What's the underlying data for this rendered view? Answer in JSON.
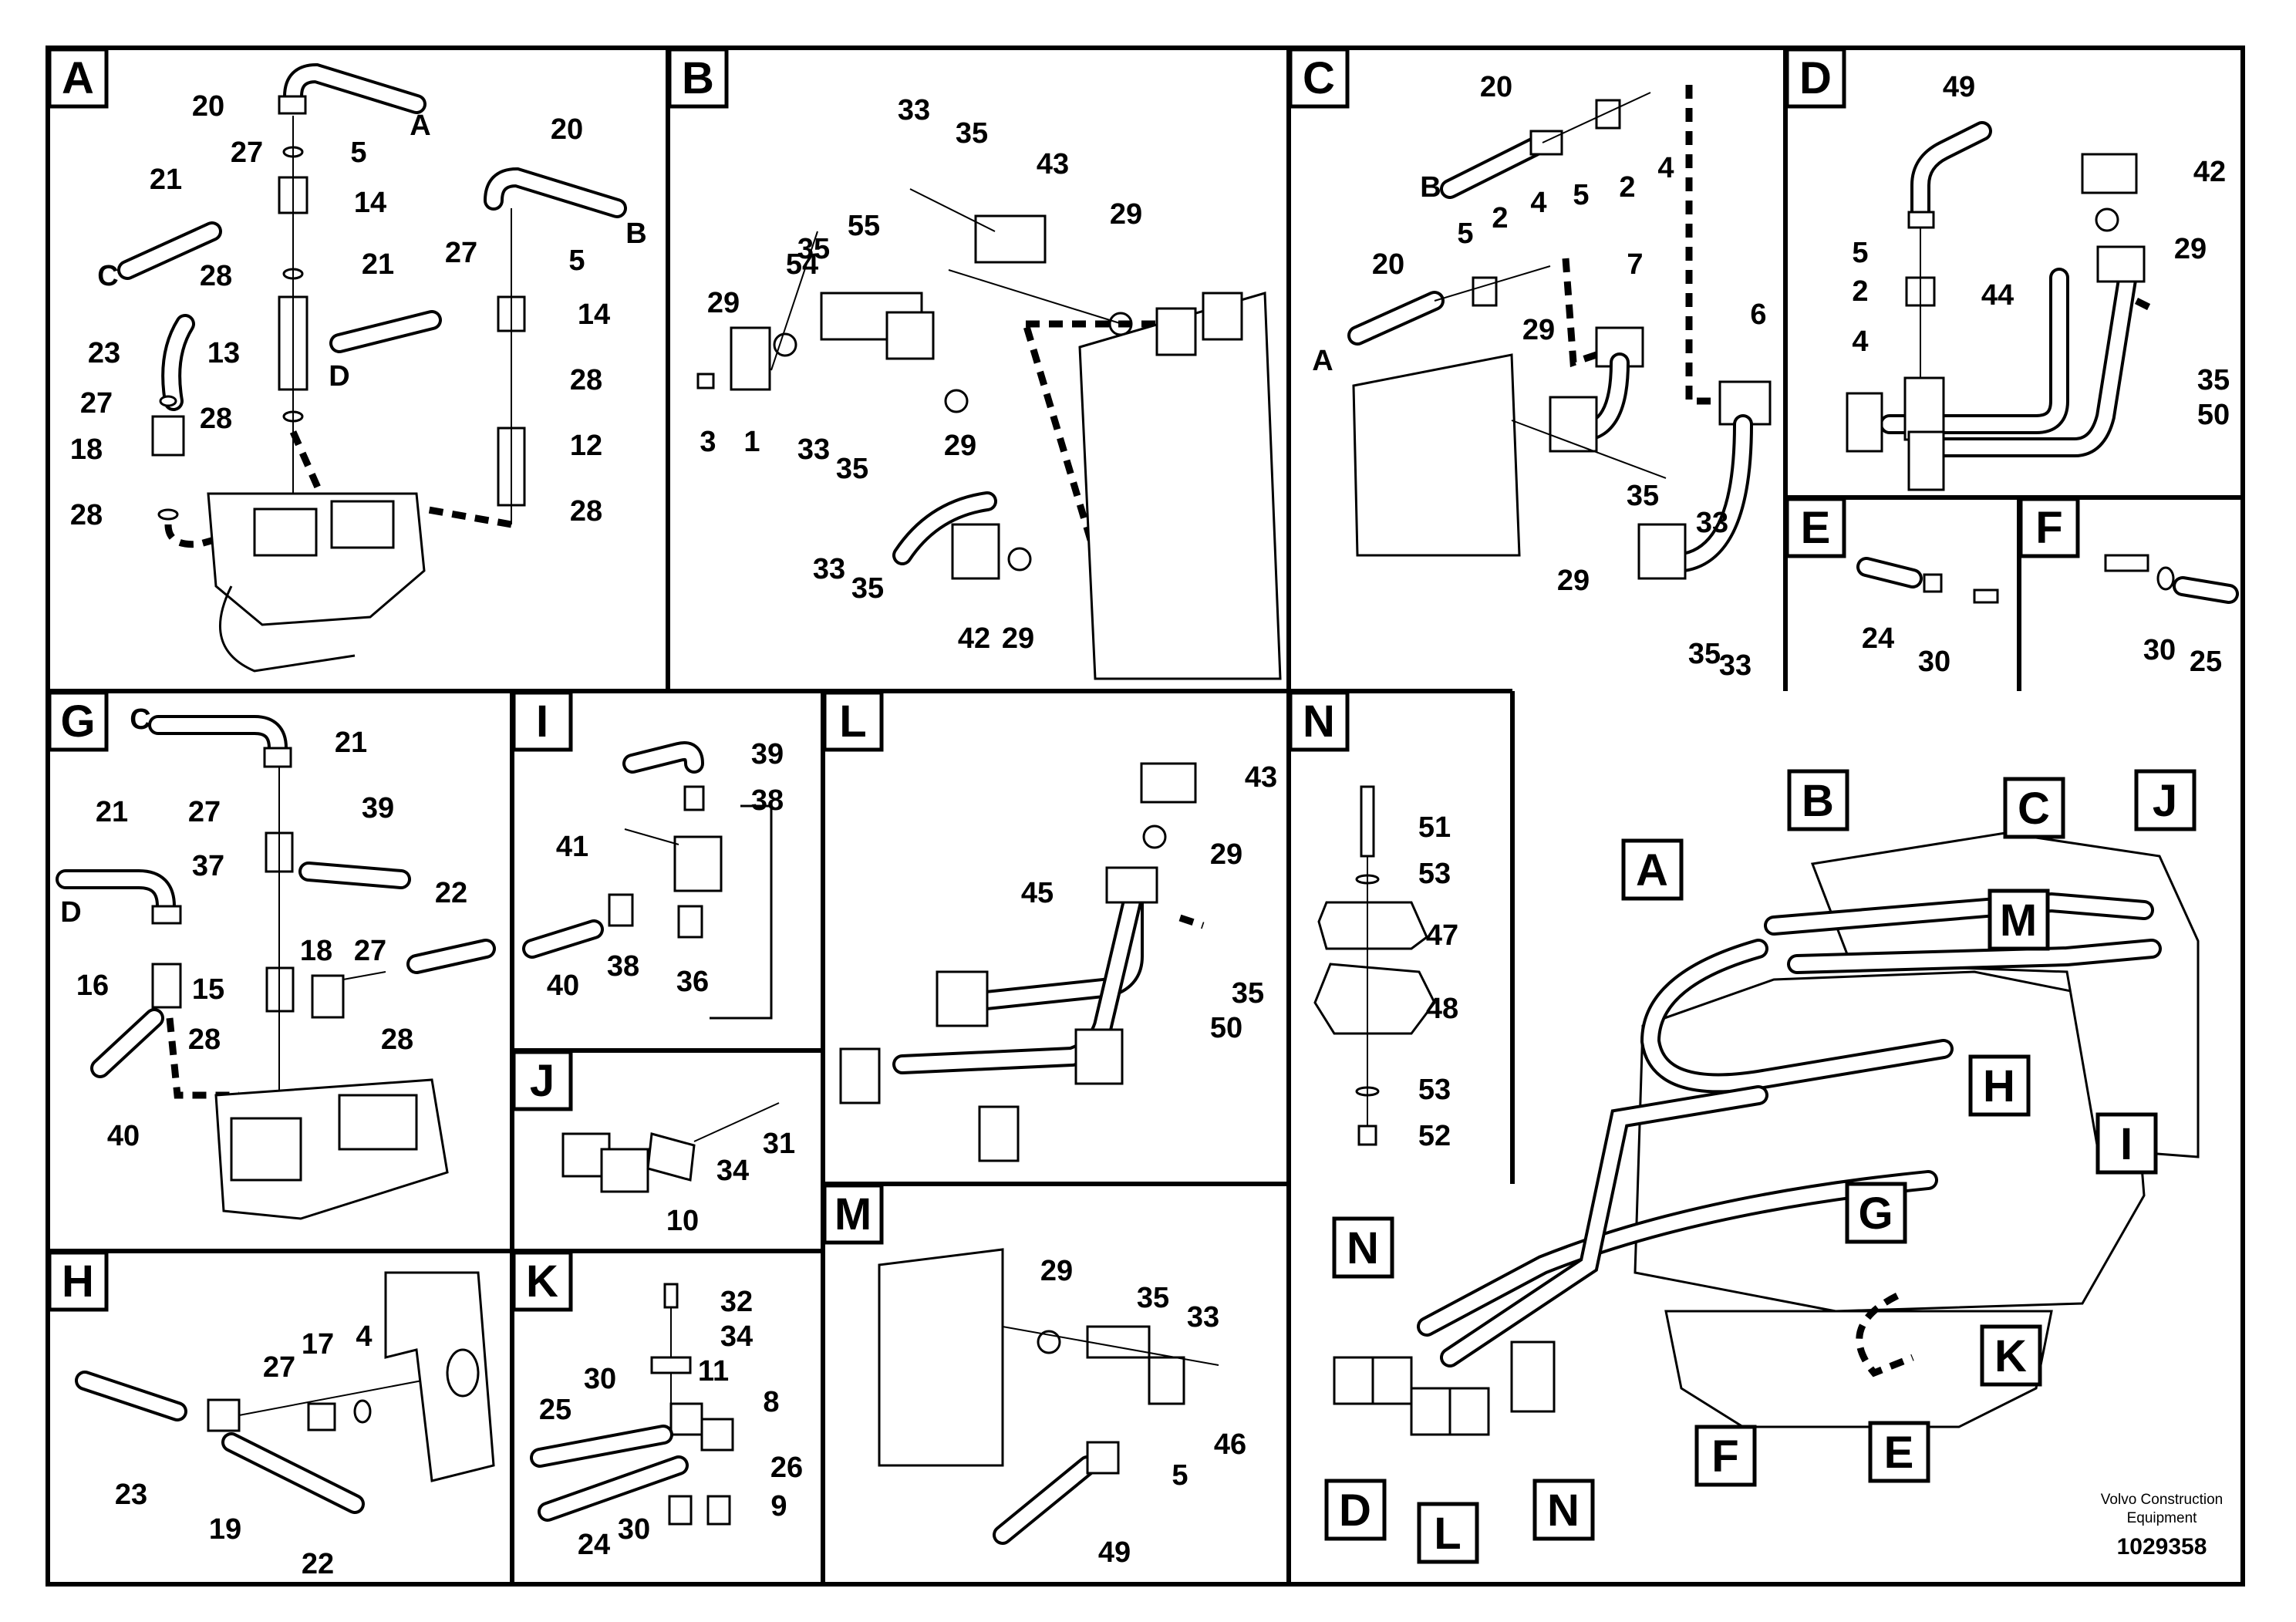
{
  "sections": {
    "A": {
      "label": "A",
      "callouts": [
        "20",
        "5",
        "27",
        "21",
        "14",
        "C",
        "A",
        "28",
        "13",
        "23",
        "27",
        "18",
        "28",
        "28",
        "20",
        "B",
        "27",
        "5",
        "21",
        "14",
        "D",
        "28",
        "12",
        "28"
      ]
    },
    "B": {
      "label": "B",
      "callouts": [
        "33",
        "35",
        "43",
        "35",
        "55",
        "29",
        "54",
        "29",
        "3",
        "1",
        "33",
        "35",
        "29",
        "33",
        "35",
        "42",
        "29"
      ]
    },
    "C": {
      "label": "C",
      "callouts": [
        "20",
        "B",
        "5",
        "2",
        "4",
        "20",
        "5",
        "2",
        "4",
        "A",
        "7",
        "6",
        "29",
        "35",
        "33",
        "29",
        "35",
        "33"
      ]
    },
    "D": {
      "label": "D",
      "callouts": [
        "49",
        "42",
        "29",
        "5",
        "2",
        "4",
        "44",
        "35",
        "50"
      ]
    },
    "E": {
      "label": "E",
      "callouts": [
        "24",
        "30"
      ]
    },
    "F": {
      "label": "F",
      "callouts": [
        "30",
        "25"
      ]
    },
    "G": {
      "label": "G",
      "callouts": [
        "C",
        "21",
        "21",
        "27",
        "39",
        "37",
        "D",
        "22",
        "16",
        "18",
        "27",
        "15",
        "28",
        "28",
        "40"
      ]
    },
    "H": {
      "label": "H",
      "callouts": [
        "27",
        "17",
        "4",
        "23",
        "19",
        "22"
      ]
    },
    "I": {
      "label": "I",
      "callouts": [
        "39",
        "38",
        "41",
        "40",
        "38",
        "36"
      ]
    },
    "J": {
      "label": "J",
      "callouts": [
        "31",
        "34",
        "10"
      ]
    },
    "K": {
      "label": "K",
      "callouts": [
        "32",
        "34",
        "11",
        "8",
        "25",
        "30",
        "26",
        "9",
        "24",
        "30"
      ]
    },
    "L": {
      "label": "L",
      "callouts": [
        "43",
        "29",
        "45",
        "35",
        "50"
      ]
    },
    "M": {
      "label": "M",
      "callouts": [
        "29",
        "35",
        "33",
        "46",
        "5",
        "49"
      ]
    },
    "N": {
      "label": "N",
      "callouts": [
        "51",
        "53",
        "47",
        "48",
        "53",
        "52"
      ]
    }
  },
  "overview": {
    "labels": [
      "B",
      "C",
      "J",
      "A",
      "M",
      "H",
      "I",
      "G",
      "N",
      "K",
      "N",
      "F",
      "E",
      "D",
      "L"
    ]
  },
  "footer": {
    "credit_line1": "Volvo Construction",
    "credit_line2": "Equipment",
    "doc_number": "1029358"
  }
}
